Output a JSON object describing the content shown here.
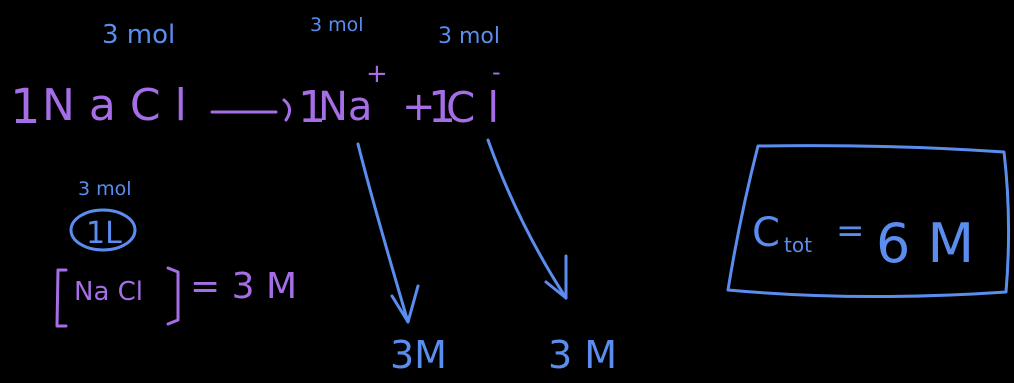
{
  "colors": {
    "background": "#000000",
    "blue_ink": "#5b8def",
    "purple_ink": "#a66ee6"
  },
  "reaction": {
    "mol_nacl": "3 mol",
    "mol_na": "3 mol",
    "mol_cl": "3 mol",
    "reactant_coeff": "1",
    "reactant": "NaCl",
    "product_na_coeff": "1",
    "product_na": "Na",
    "na_charge": "+",
    "plus_sign": "+",
    "product_cl_coeff": "1",
    "product_cl": "Cl",
    "cl_charge": "-"
  },
  "volume": {
    "amount": "3 mol",
    "value": "1L"
  },
  "concentration_eq": {
    "species": "Na Cl",
    "equals": "= 3 M"
  },
  "ion_concentrations": {
    "na": "3M",
    "cl": "3 M"
  },
  "total": {
    "label_c": "C",
    "label_sub": "tot",
    "equals": "=",
    "value": "6 M"
  }
}
